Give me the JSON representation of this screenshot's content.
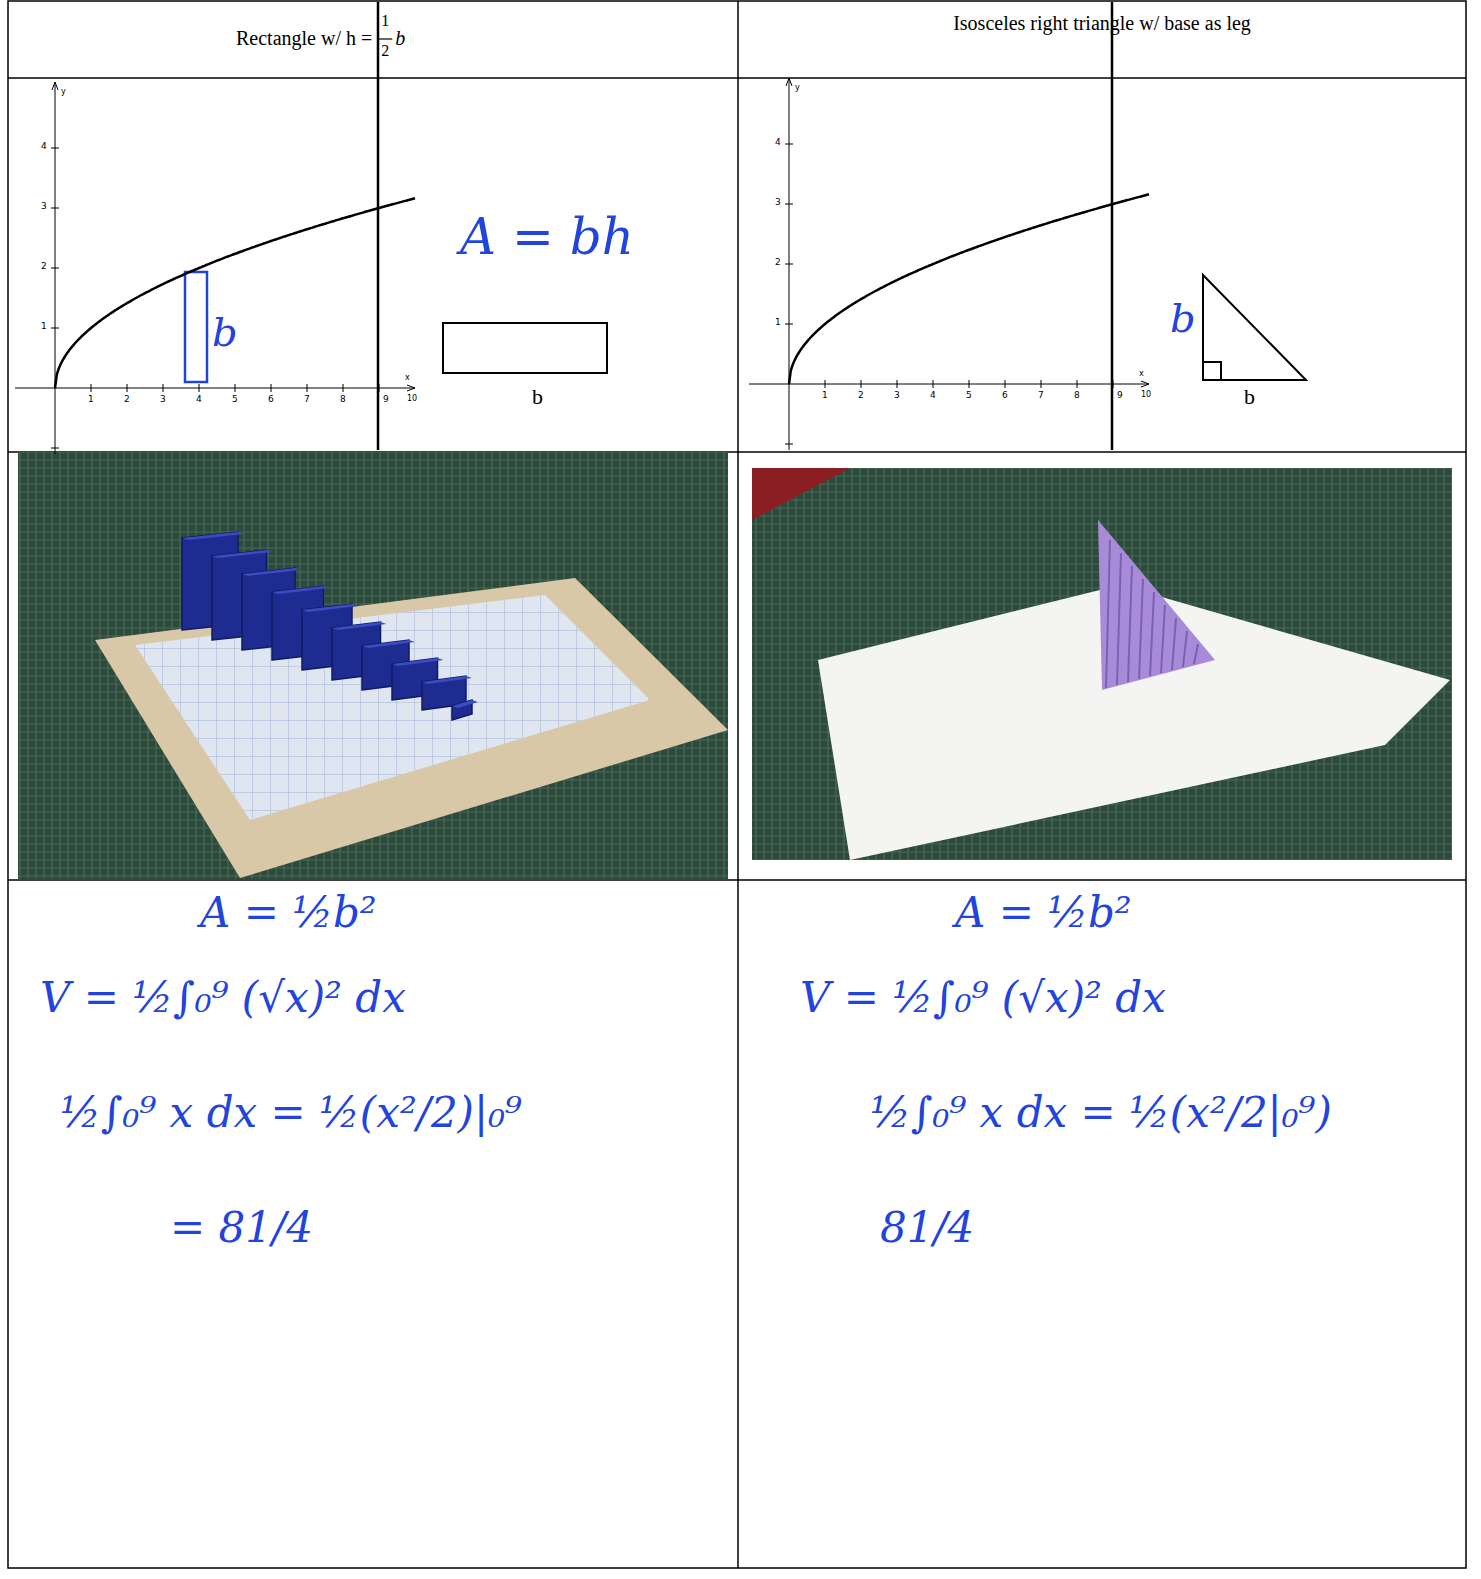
{
  "diagram": {
    "labels": [
      "Rectangle w/ h =",
      "1",
      "2",
      "b",
      "Isosceles right triangle w/ base as leg",
      "y",
      "4",
      "3",
      "2",
      "1",
      "x",
      "1",
      "2",
      "3",
      "4",
      "5",
      "6",
      "7",
      "8",
      "9",
      "10",
      "b",
      "A = bh",
      "b",
      "y",
      "4",
      "3",
      "2",
      "1",
      "x",
      "1",
      "2",
      "3",
      "4",
      "5",
      "6",
      "7",
      "8",
      "9",
      "10",
      "b",
      "b",
      "A = ½b²",
      "V = ½∫₀⁹ (√x)² dx",
      "½∫₀⁹ x dx = ½(x²/2)|₀⁹",
      "= 81/4",
      "A = ½b²",
      "V = ½∫₀⁹ (√x)² dx",
      "½∫₀⁹ x dx = ½(x²/2|₀⁹)",
      "81/4"
    ]
  }
}
